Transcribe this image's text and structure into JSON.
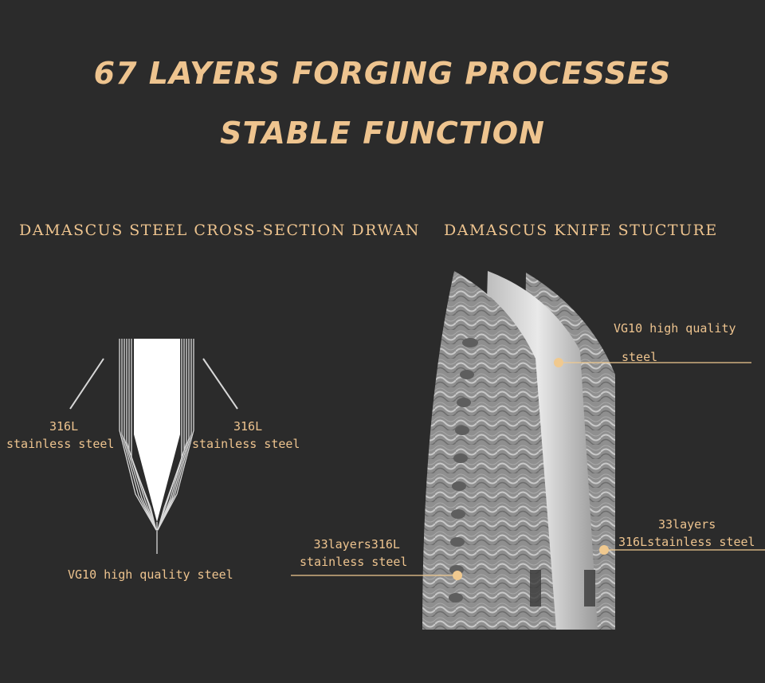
{
  "headline": {
    "line1": "67 LAYERS FORGING PROCESSES",
    "line2": "STABLE FUNCTION"
  },
  "left_section": {
    "title": "DAMASCUS STEEL CROSS-SECTION DRWAN",
    "label_left": {
      "line1": "316L",
      "line2": "stainless steel"
    },
    "label_right": {
      "line1": "316L",
      "line2": "stainless steel"
    },
    "label_core": "VG10 high quality steel"
  },
  "right_section": {
    "title": "DAMASCUS KNIFE STUCTURE",
    "label_core": {
      "line1": "VG10 high quality",
      "line2": "steel"
    },
    "label_outer_left": {
      "line1": "33layers316L",
      "line2": "stainless steel"
    },
    "label_outer_right": {
      "line1": "33layers",
      "line2": "316Lstainless steel"
    }
  },
  "colors": {
    "background": "#2b2b2b",
    "accent": "#eec48f"
  }
}
